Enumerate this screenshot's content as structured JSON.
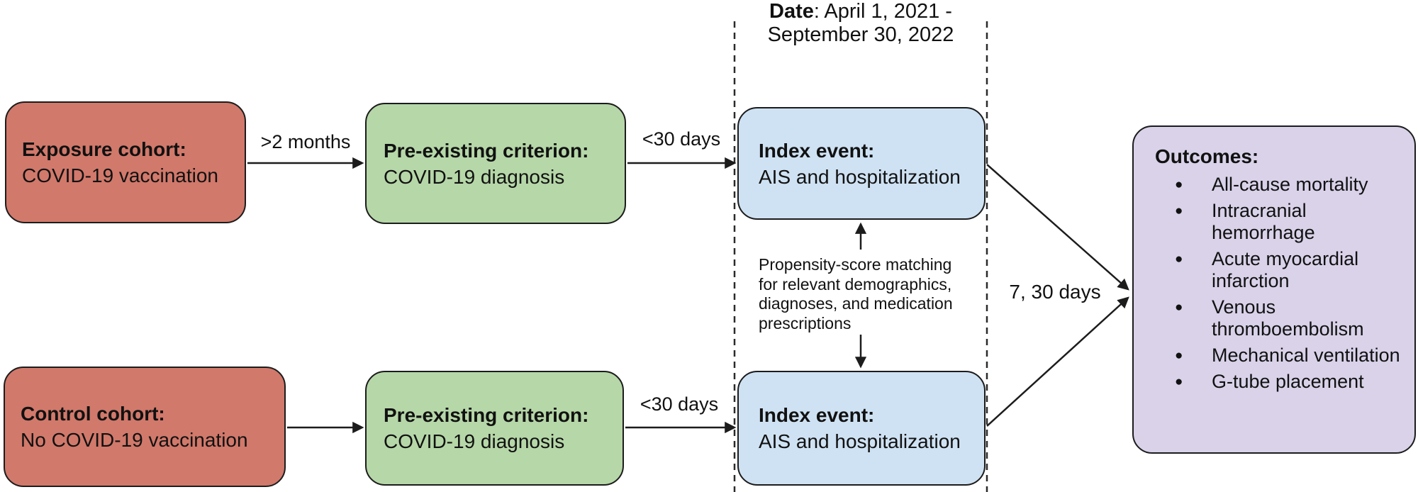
{
  "date_note": {
    "label": "Date",
    "line1_rest": ": April 1, 2021 -",
    "line2": "September 30, 2022"
  },
  "boxes": {
    "exposure_cohort": {
      "title": "Exposure cohort:",
      "body": "COVID-19 vaccination"
    },
    "preexisting_top": {
      "title": "Pre-existing criterion:",
      "body": "COVID-19 diagnosis"
    },
    "index_event_top": {
      "title": "Index event:",
      "body": "AIS and hospitalization"
    },
    "control_cohort": {
      "title": "Control cohort:",
      "body": "No COVID-19 vaccination"
    },
    "preexisting_bottom": {
      "title": "Pre-existing criterion:",
      "body": "COVID-19 diagnosis"
    },
    "index_event_bottom": {
      "title": "Index event:",
      "body": "AIS and hospitalization"
    },
    "outcomes": {
      "title": "Outcomes:",
      "items": [
        "All-cause mortality",
        "Intracranial hemorrhage",
        "Acute myocardial infarction",
        "Venous thromboembolism",
        "Mechanical ventilation",
        "G-tube placement"
      ]
    }
  },
  "arrow_labels": {
    "exposure_to_criterion": ">2 months",
    "criterion_to_index_top": "<30 days",
    "criterion_to_index_bottom": "<30 days",
    "index_to_outcomes": "7, 30 days"
  },
  "matching_note": {
    "lines": [
      "Propensity-score matching",
      "for relevant demographics,",
      "diagnoses, and medication",
      "prescriptions"
    ]
  },
  "colors": {
    "cohort_fill": "#D1796B",
    "criterion_fill": "#B6D7A8",
    "index_fill": "#CFE2F3",
    "outcomes_fill": "#D9D2E9",
    "stroke": "#1C1C1C"
  }
}
